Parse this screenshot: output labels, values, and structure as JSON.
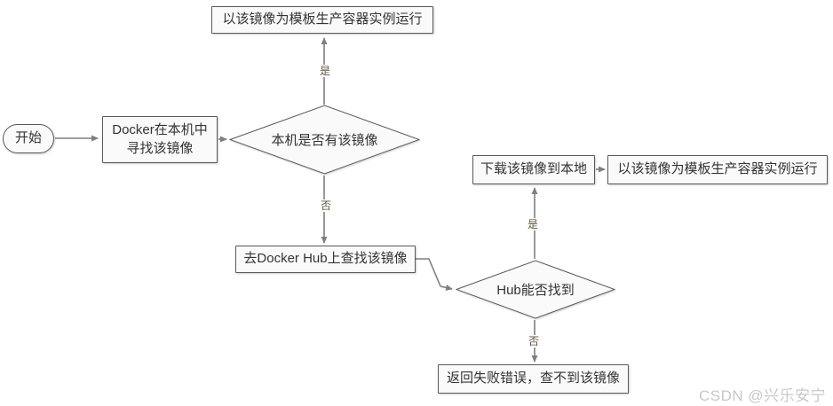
{
  "diagram": {
    "title": "Docker image lookup flowchart",
    "nodes": {
      "start": {
        "label": "开始",
        "shape": "stadium"
      },
      "find_local": {
        "label": "Docker在本机中寻找该镜像",
        "shape": "rect"
      },
      "run_container_top": {
        "label": "以该镜像为模板生产容器实例运行",
        "shape": "rect"
      },
      "has_image_decision": {
        "label": "本机是否有该镜像",
        "shape": "diamond"
      },
      "search_hub": {
        "label": "去Docker Hub上查找该镜像",
        "shape": "rect"
      },
      "hub_found_decision": {
        "label": "Hub能否找到",
        "shape": "diamond"
      },
      "download_image": {
        "label": "下载该镜像到本地",
        "shape": "rect"
      },
      "run_container_right": {
        "label": "以该镜像为模板生产容器实例运行",
        "shape": "rect"
      },
      "return_error": {
        "label": "返回失败错误，查不到该镜像",
        "shape": "rect"
      }
    },
    "edge_labels": {
      "has_image_yes": "是",
      "has_image_no": "否",
      "hub_found_yes": "是",
      "hub_found_no": "否"
    },
    "colors": {
      "node_fill": "#fafafa",
      "node_border": "#595959",
      "edge": "#7f7f7f",
      "node_text": "#333333",
      "edge_label_text": "#5b5540",
      "watermark_text": "#c8c8c8",
      "background": "#ffffff"
    }
  },
  "watermark": {
    "text": "CSDN @兴乐安宁"
  }
}
